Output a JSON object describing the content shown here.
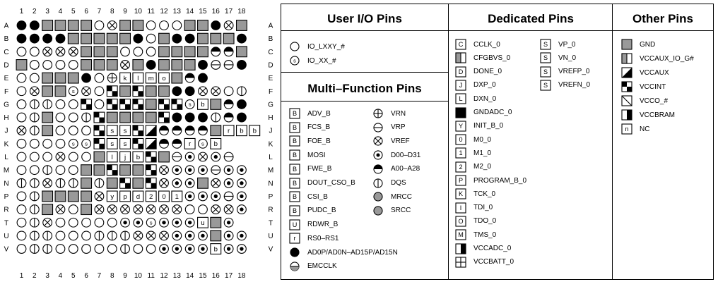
{
  "diagram": {
    "cols": [
      "1",
      "2",
      "3",
      "4",
      "5",
      "6",
      "7",
      "8",
      "9",
      "10",
      "11",
      "12",
      "13",
      "14",
      "15",
      "16",
      "17",
      "18"
    ],
    "rows": [
      "A",
      "B",
      "C",
      "D",
      "E",
      "F",
      "G",
      "H",
      "J",
      "K",
      "L",
      "M",
      "N",
      "P",
      "R",
      "T",
      "U",
      "V"
    ],
    "grid": [
      "ddqqqqoxqqoooqqdxq",
      "ddddqqqqqdoqddqqqd",
      "ooxxxqqqoooqqqqhhq",
      "qooooqqqxqdqqqdbbd",
      "ooqqqdocvkvlvmvoqhd",
      "oxqqsxojqjqqddxxoz",
      "ozzoojojjjqjjsvbqhd",
      "ozqoozjqqqqjdddzhd",
      "xzqooojvsvsjthhhhqvrvbvb",
      "oooossjvsvsjthhvrsvb",
      "oooxooqvlvjvbjqbfxfb",
      "oozooqqjqqjxfffbff",
      "zzxzzqzqjqjxffqxff",
      "ozqqqqxvyvpvdv2v0v1fffbf",
      "ozqxoqxxxxxxxooxxf",
      "ozxoooooffsfffvuqf",
      "ozzooozzzxxxfffqff",
      "ozzooooozooffffvbff"
    ]
  },
  "legend": {
    "user_title": "User I/O Pins",
    "user_items": [
      {
        "sym": "open-circle",
        "label": "IO_LXXY_#"
      },
      {
        "sym": "s-circle",
        "label": "IO_XX_#"
      }
    ],
    "multi_title": "Multi–Function Pins",
    "multi_left": [
      {
        "sym": "B",
        "label": "ADV_B"
      },
      {
        "sym": "B",
        "label": "FCS_B"
      },
      {
        "sym": "B",
        "label": "FOE_B"
      },
      {
        "sym": "B",
        "label": "MOSI"
      },
      {
        "sym": "B",
        "label": "FWE_B"
      },
      {
        "sym": "B",
        "label": "DOUT_CSO_B"
      },
      {
        "sym": "B",
        "label": "CSI_B"
      },
      {
        "sym": "B",
        "label": "PUDC_B"
      },
      {
        "sym": "U",
        "label": "RDWR_B"
      },
      {
        "sym": "r",
        "label": "RS0–RS1"
      },
      {
        "sym": "filled-circle",
        "label": "AD0P/AD0N–AD15P/AD15N"
      },
      {
        "sym": "emcclk",
        "label": "EMCCLK"
      }
    ],
    "multi_right": [
      {
        "sym": "crosshair",
        "label": "VRN"
      },
      {
        "sym": "hbar",
        "label": "VRP"
      },
      {
        "sym": "xcircle",
        "label": "VREF"
      },
      {
        "sym": "dotcircle",
        "label": "D00–D31"
      },
      {
        "sym": "tophalf",
        "label": "A00–A28"
      },
      {
        "sym": "vbar",
        "label": "DQS"
      },
      {
        "sym": "gray-circle",
        "label": "MRCC"
      },
      {
        "sym": "gray-circle",
        "label": "SRCC"
      }
    ],
    "ded_title": "Dedicated Pins",
    "ded_left": [
      {
        "sym": "C",
        "label": "CCLK_0"
      },
      {
        "sym": "halfsq",
        "label": "CFGBVS_0"
      },
      {
        "sym": "D",
        "label": "DONE_0"
      },
      {
        "sym": "J",
        "label": "DXP_0"
      },
      {
        "sym": "L",
        "label": "DXN_0"
      },
      {
        "sym": "blacksq",
        "label": "GNDADC_0"
      },
      {
        "sym": "Y",
        "label": "INIT_B_0"
      },
      {
        "sym": "0",
        "label": "M0_0"
      },
      {
        "sym": "1",
        "label": "M1_0"
      },
      {
        "sym": "2",
        "label": "M2_0"
      },
      {
        "sym": "P",
        "label": "PROGRAM_B_0"
      },
      {
        "sym": "K",
        "label": "TCK_0"
      },
      {
        "sym": "I",
        "label": "TDI_0"
      },
      {
        "sym": "O",
        "label": "TDO_0"
      },
      {
        "sym": "M",
        "label": "TMS_0"
      },
      {
        "sym": "rhalfsq",
        "label": "VCCADC_0"
      },
      {
        "sym": "crosssq",
        "label": "VCCBATT_0"
      }
    ],
    "ded_right": [
      {
        "sym": "S",
        "label": "VP_0"
      },
      {
        "sym": "S",
        "label": "VN_0"
      },
      {
        "sym": "S",
        "label": "VREFP_0"
      },
      {
        "sym": "S",
        "label": "VREFN_0"
      }
    ],
    "other_title": "Other Pins",
    "other_items": [
      {
        "sym": "graysq",
        "label": "GND"
      },
      {
        "sym": "halfsq",
        "label": "VCCAUX_IO_G#"
      },
      {
        "sym": "trisq",
        "label": "VCCAUX"
      },
      {
        "sym": "checksq",
        "label": "VCCINT"
      },
      {
        "sym": "diagsq",
        "label": "VCCO_#"
      },
      {
        "sym": "rhalfsq",
        "label": "VCCBRAM"
      },
      {
        "sym": "n",
        "label": "NC"
      }
    ]
  }
}
